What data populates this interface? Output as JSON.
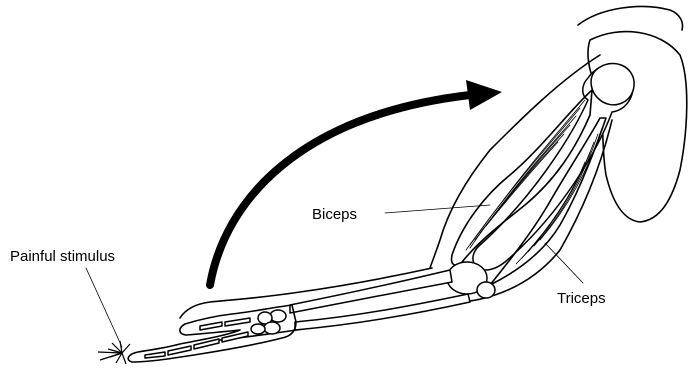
{
  "labels": {
    "stimulus": "Painful stimulus",
    "biceps": "Biceps",
    "triceps": "Triceps"
  }
}
